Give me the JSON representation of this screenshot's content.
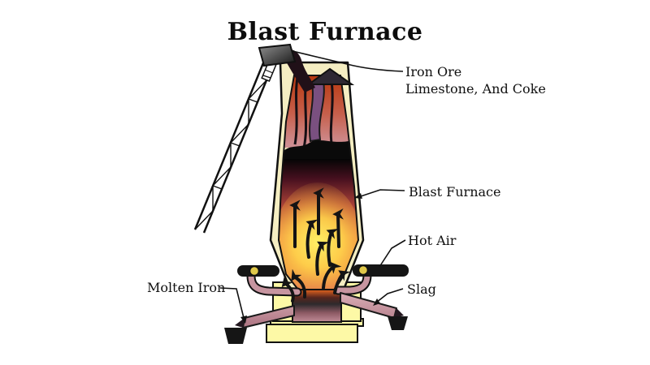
{
  "diagram": {
    "title": "Blast Furnace",
    "labels": {
      "charge_line1": "Iron Ore",
      "charge_line2": "Limestone, And Coke",
      "furnace": "Blast Furnace",
      "hot_air": "Hot Air",
      "molten_iron": "Molten Iron",
      "slag": "Slag"
    },
    "colors": {
      "background": "#FFFFFF",
      "outline": "#111111",
      "wall-cream": "#F5EEC2",
      "base-yellow": "#FDF9A6",
      "fire-red": "#C23A14",
      "flame-orange": "#F3A140",
      "glow-yellow": "#FFEE5E",
      "pipe-pink": "#C795A0",
      "metal-dark": "#151515",
      "molten-mauve": "#BE8B97"
    }
  }
}
